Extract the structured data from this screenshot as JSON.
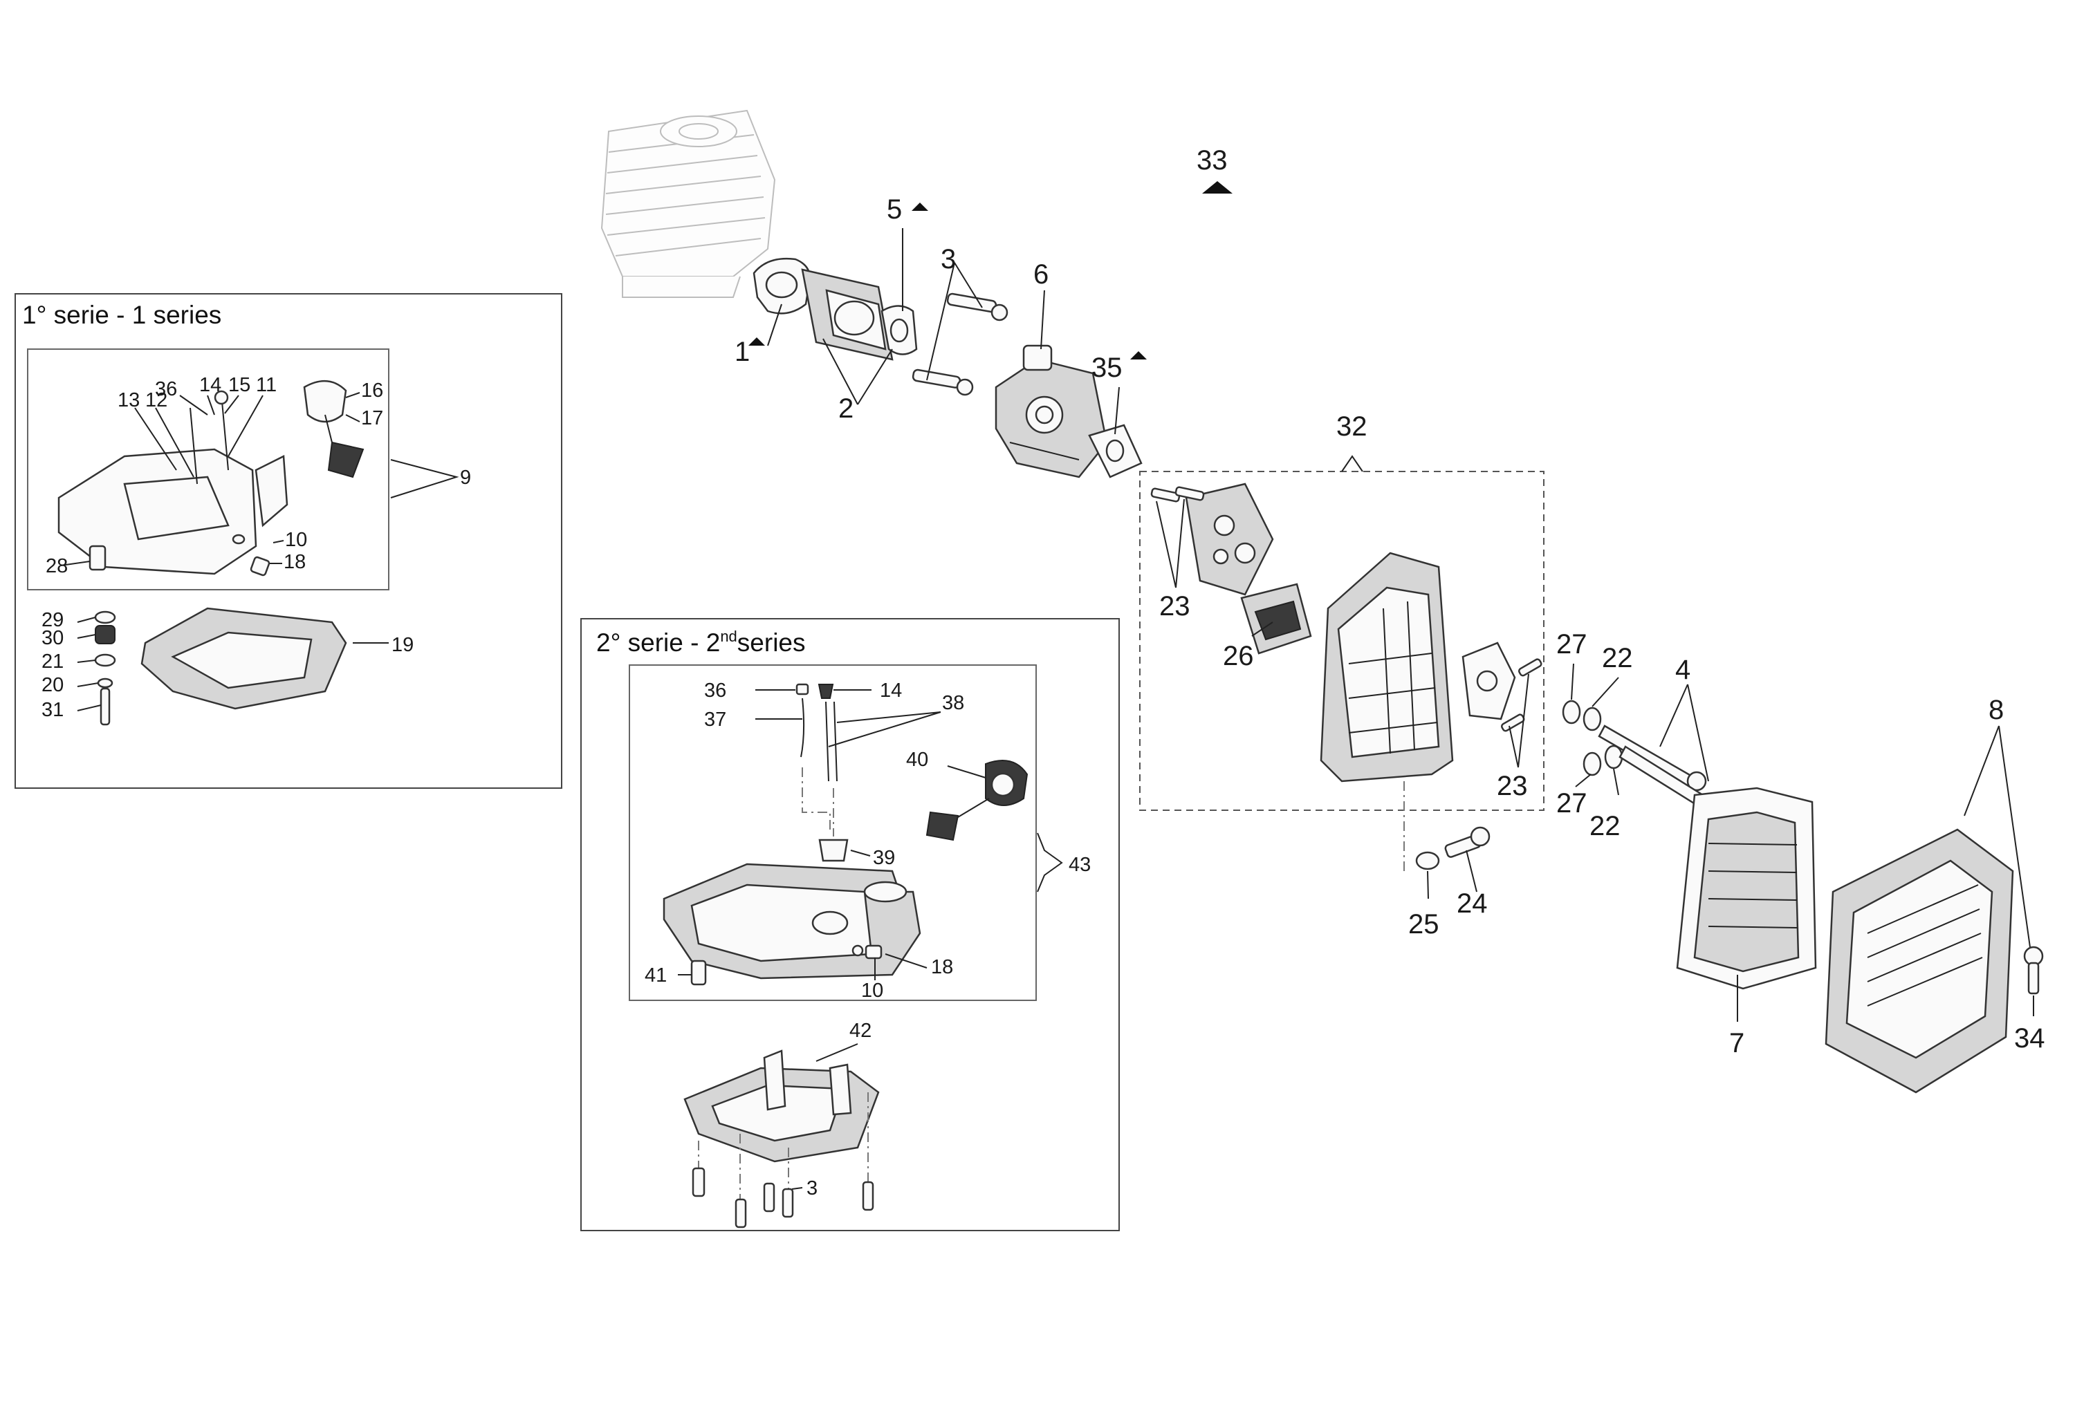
{
  "boxes": {
    "series1_title": "1° serie - 1  series",
    "series2_title": "2° serie - 2",
    "series2_sup": "nd",
    "series2_tail": "series"
  },
  "labels": {
    "p1": "1",
    "p2": "2",
    "p3": "3",
    "p4": "4",
    "p5": "5",
    "p6": "6",
    "p7": "7",
    "p8": "8",
    "p22a": "22",
    "p22b": "22",
    "p23a": "23",
    "p23b": "23",
    "p24": "24",
    "p25": "25",
    "p26": "26",
    "p27a": "27",
    "p27b": "27",
    "p32": "32",
    "p33": "33",
    "p34": "34",
    "p35": "35",
    "s1_9": "9",
    "s1_10": "10",
    "s1_11": "11",
    "s1_12": "12",
    "s1_13": "13",
    "s1_14": "14",
    "s1_15": "15",
    "s1_16": "16",
    "s1_17": "17",
    "s1_18": "18",
    "s1_19": "19",
    "s1_20": "20",
    "s1_21": "21",
    "s1_28": "28",
    "s1_29": "29",
    "s1_30": "30",
    "s1_31": "31",
    "s1_36": "36",
    "s2_3": "3",
    "s2_10": "10",
    "s2_14": "14",
    "s2_18": "18",
    "s2_36": "36",
    "s2_37": "37",
    "s2_38": "38",
    "s2_39": "39",
    "s2_40": "40",
    "s2_41": "41",
    "s2_42": "42",
    "s2_43": "43"
  }
}
